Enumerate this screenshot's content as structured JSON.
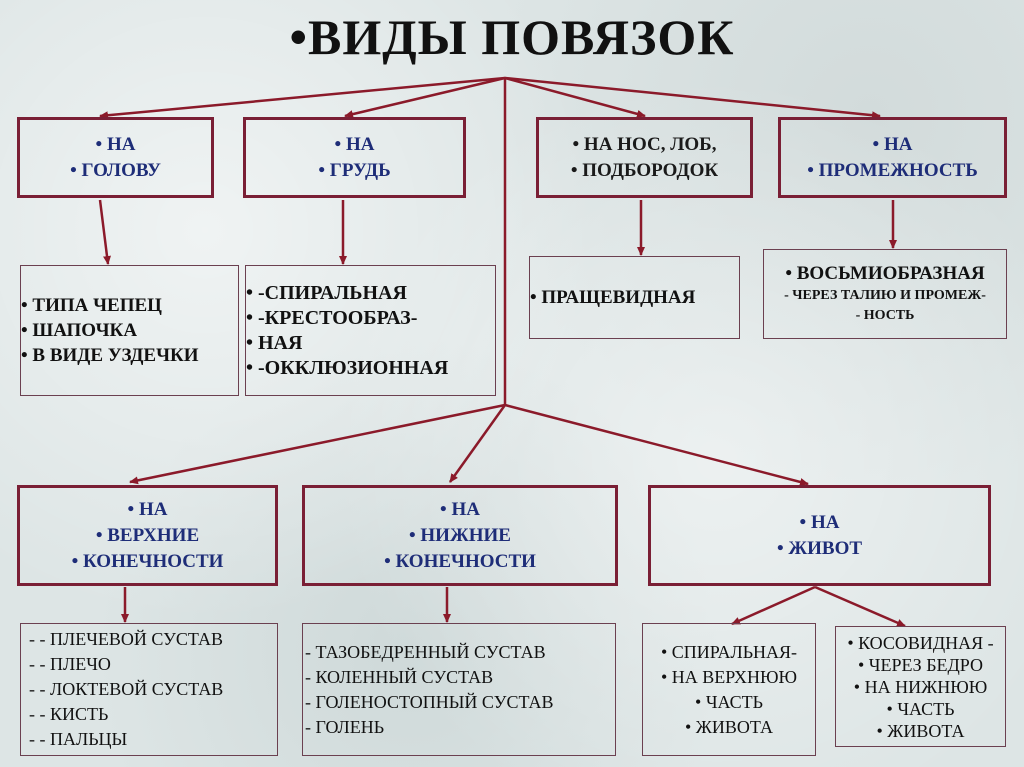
{
  "title": "•ВИДЫ  ПОВЯЗОК",
  "top_boxes": [
    {
      "lines": [
        "• НА",
        "• ГОЛОВУ"
      ]
    },
    {
      "lines": [
        "• НА",
        "• ГРУДЬ"
      ]
    },
    {
      "lines": [
        "• НА НОС, ЛОБ,",
        "• ПОДБОРОДОК"
      ]
    },
    {
      "lines": [
        "• НА",
        "• ПРОМЕЖНОСТЬ"
      ]
    }
  ],
  "second_boxes": [
    {
      "lines": [
        "• ТИПА ЧЕПЕЦ",
        "• ШАПОЧКА",
        "• В ВИДЕ УЗДЕЧКИ"
      ]
    },
    {
      "lines": [
        "• -СПИРАЛЬНАЯ",
        "• -КРЕСТООБРАЗ-",
        "• НАЯ",
        "• -ОККЛЮЗИОННАЯ"
      ]
    },
    {
      "lines": [
        "• ПРАЩЕВИДНАЯ"
      ]
    },
    {
      "lines": [
        "• ВОСЬМИОБРАЗНАЯ",
        "- ЧЕРЕЗ ТАЛИЮ И ПРОМЕЖ-",
        "- НОСТЬ"
      ]
    }
  ],
  "third_boxes": [
    {
      "lines": [
        "• НА",
        "• ВЕРХНИЕ",
        "• КОНЕЧНОСТИ"
      ]
    },
    {
      "lines": [
        "• НА",
        "• НИЖНИЕ",
        "• КОНЕЧНОСТИ"
      ]
    },
    {
      "lines": [
        "• НА",
        "• ЖИВОТ"
      ]
    }
  ],
  "bottom_boxes": [
    {
      "lines": [
        "-   - ПЛЕЧЕВОЙ СУСТАВ",
        "-   - ПЛЕЧО",
        "-   - ЛОКТЕВОЙ СУСТАВ",
        "-   - КИСТЬ",
        "-   - ПАЛЬЦЫ"
      ]
    },
    {
      "lines": [
        "-   ТАЗОБЕДРЕННЫЙ СУСТАВ",
        "-   КОЛЕННЫЙ СУСТАВ",
        "-   ГОЛЕНОСТОПНЫЙ СУСТАВ",
        "-   ГОЛЕНЬ"
      ]
    },
    {
      "lines": [
        "•  СПИРАЛЬНАЯ-",
        "• НА ВЕРХНЮЮ",
        "• ЧАСТЬ",
        "• ЖИВОТА"
      ]
    },
    {
      "lines": [
        "• КОСОВИДНАЯ -",
        "• ЧЕРЕЗ БЕДРО",
        "• НА НИЖНЮЮ",
        "• ЧАСТЬ",
        "• ЖИВОТА"
      ]
    }
  ],
  "colors": {
    "arrow": "#8b1a2a",
    "box_text": "#1e2d78"
  }
}
